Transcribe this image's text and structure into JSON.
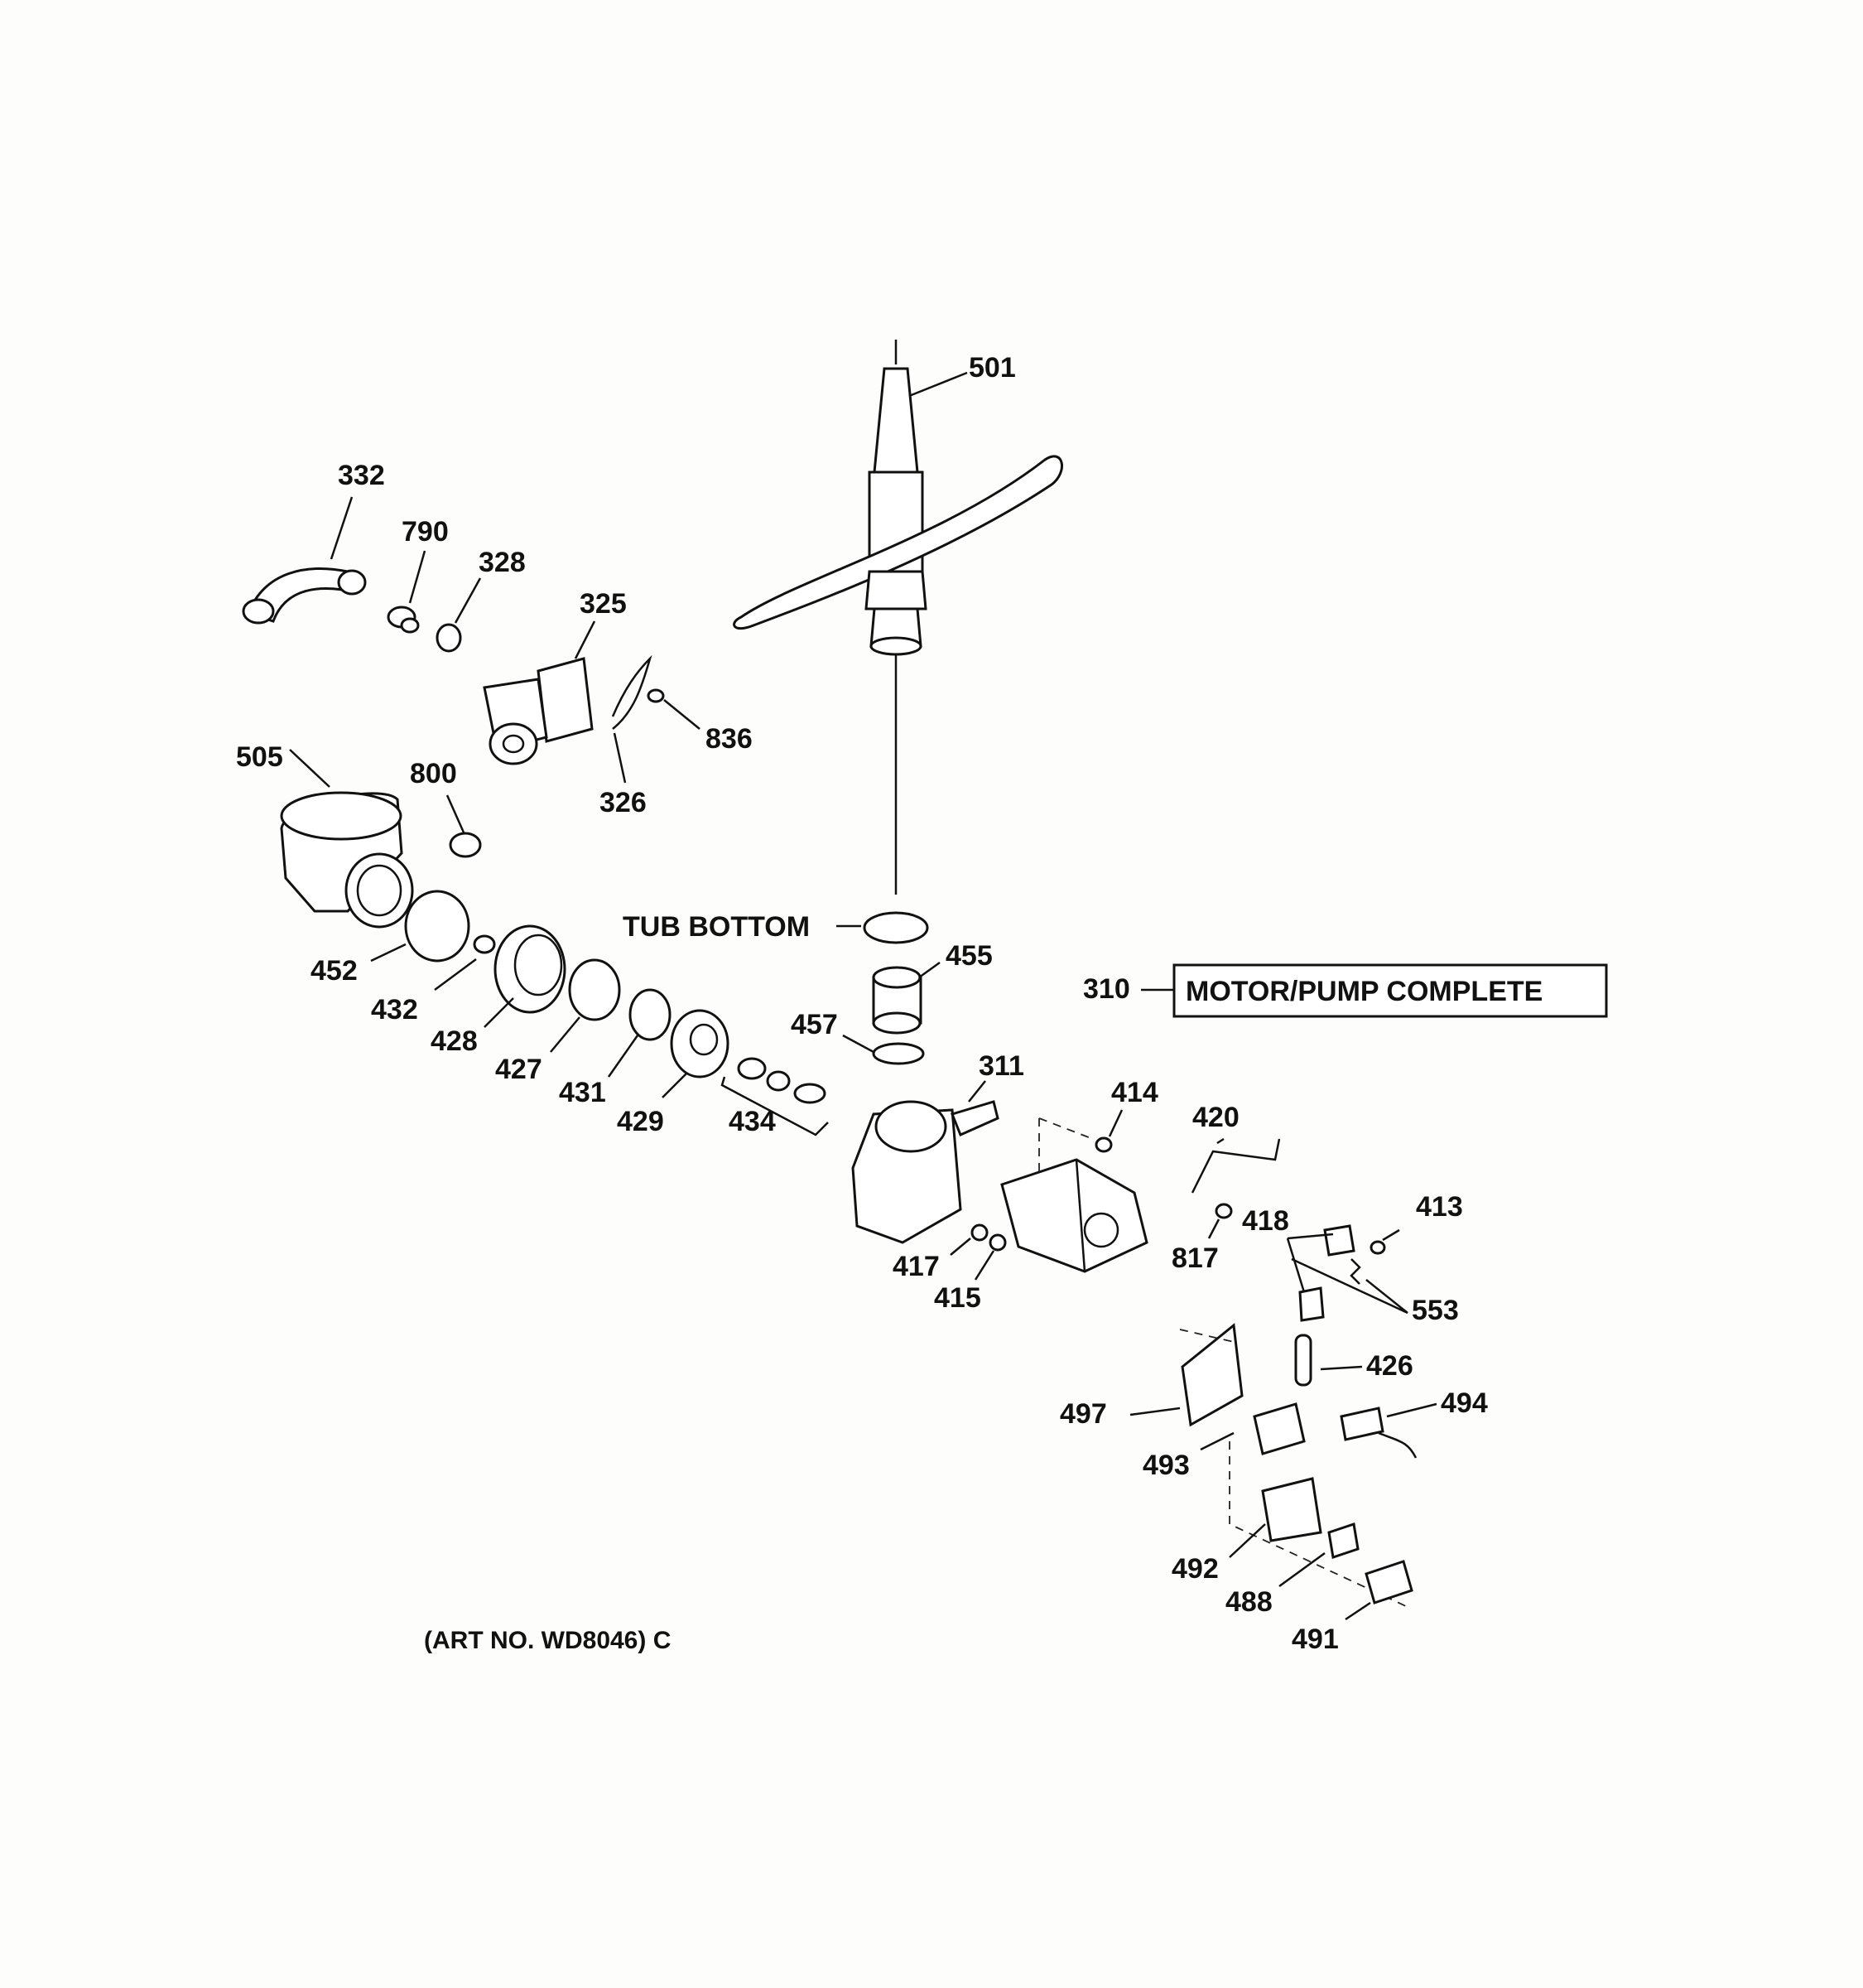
{
  "labels": {
    "p501": "501",
    "p332": "332",
    "p790": "790",
    "p328": "328",
    "p325": "325",
    "p836": "836",
    "p326": "326",
    "p505": "505",
    "p800": "800",
    "tub_bottom": "TUB BOTTOM",
    "p455": "455",
    "p457": "457",
    "p310": "310",
    "motor_pump": "MOTOR/PUMP COMPLETE",
    "p452": "452",
    "p432": "432",
    "p428": "428",
    "p427": "427",
    "p431": "431",
    "p429": "429",
    "p434": "434",
    "p311": "311",
    "p414": "414",
    "p420": "420",
    "p817": "817",
    "p418": "418",
    "p413": "413",
    "p553": "553",
    "p417": "417",
    "p415": "415",
    "p426": "426",
    "p497": "497",
    "p494": "494",
    "p493": "493",
    "p492": "492",
    "p488": "488",
    "p491": "491"
  },
  "art_no": "(ART NO. WD8046) C"
}
